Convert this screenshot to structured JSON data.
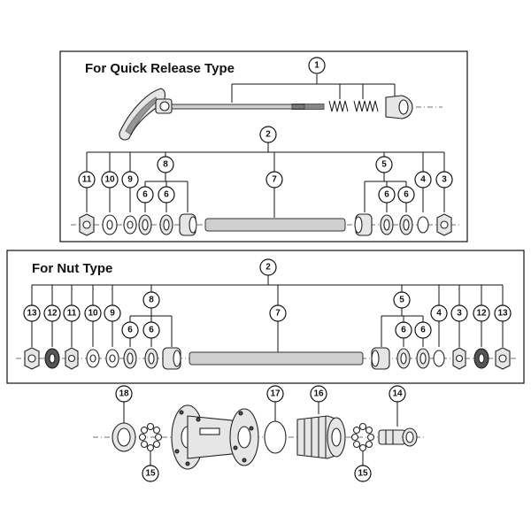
{
  "sections": {
    "quick_release": {
      "title": "For Quick Release Type"
    },
    "nut": {
      "title": "For Nut Type"
    }
  },
  "callouts": {
    "qr_1": "1",
    "qr_2": "2",
    "qr_3": "3",
    "qr_4": "4",
    "qr_5": "5",
    "qr_6a": "6",
    "qr_6b": "6",
    "qr_6c": "6",
    "qr_6d": "6",
    "qr_7": "7",
    "qr_8": "8",
    "qr_9": "9",
    "qr_10": "10",
    "qr_11": "11",
    "nut_2": "2",
    "nut_3": "3",
    "nut_4": "4",
    "nut_5": "5",
    "nut_6a": "6",
    "nut_6b": "6",
    "nut_6c": "6",
    "nut_6d": "6",
    "nut_7": "7",
    "nut_8": "8",
    "nut_9": "9",
    "nut_10": "10",
    "nut_11": "11",
    "nut_12a": "12",
    "nut_12b": "12",
    "nut_13a": "13",
    "nut_13b": "13",
    "bottom_14": "14",
    "bottom_15a": "15",
    "bottom_15b": "15",
    "bottom_16": "16",
    "bottom_17": "17",
    "bottom_18": "18"
  }
}
